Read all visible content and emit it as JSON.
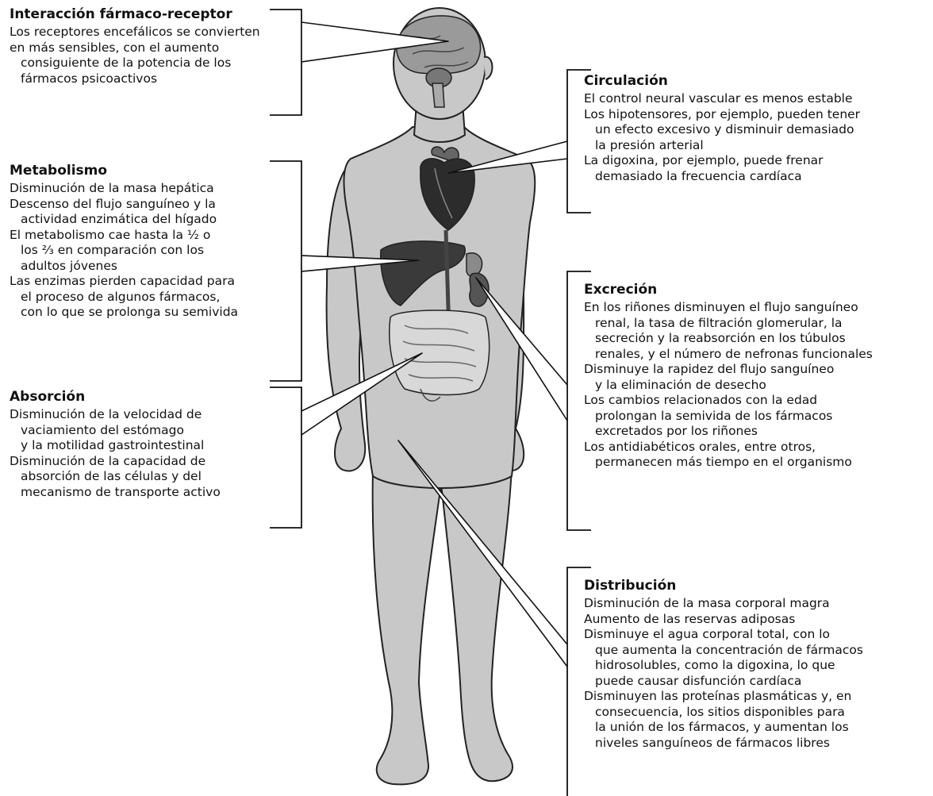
{
  "blocks": {
    "receptor": {
      "title": "Interacción fármaco-receptor",
      "lines": [
        "Los receptores encefálicos se convierten",
        "en más sensibles, con el aumento",
        "consiguiente de la potencia de los",
        "fármacos psicoactivos"
      ]
    },
    "metabolismo": {
      "title": "Metabolismo",
      "lines": [
        "Disminución de la masa hepática",
        "Descenso del flujo sanguíneo y la",
        "actividad enzimática del hígado",
        "El metabolismo cae hasta la ½ o",
        "los ⅔ en comparación con los",
        "adultos jóvenes",
        "Las enzimas pierden capacidad para",
        "el proceso de algunos fármacos,",
        "con lo que se prolonga su semivida"
      ]
    },
    "absorcion": {
      "title": "Absorción",
      "lines": [
        "Disminución de la velocidad de",
        "vaciamiento del estómago",
        "y la motilidad gastrointestinal",
        "Disminución de la capacidad de",
        "absorción de las células y del",
        "mecanismo de transporte activo"
      ]
    },
    "circulacion": {
      "title": "Circulación",
      "lines": [
        "El control neural vascular es menos estable",
        "Los hipotensores, por ejemplo, pueden tener",
        "un efecto excesivo y disminuir demasiado",
        "la presión arterial",
        "La digoxina, por ejemplo, puede frenar",
        "demasiado la frecuencia cardíaca"
      ]
    },
    "excrecion": {
      "title": "Excreción",
      "lines": [
        "En los riñones disminuyen el flujo sanguíneo",
        "renal, la tasa de filtración glomerular, la",
        "secreción y la reabsorción en los túbulos",
        "renales, y el número de nefronas funcionales",
        "Disminuye la rapidez del flujo sanguíneo",
        "y la eliminación de desecho",
        "Los cambios relacionados con la edad",
        "prolongan la semivida de los fármacos",
        "excretados por los riñones",
        "Los antidiabéticos orales, entre otros,",
        "permanecen más tiempo en el organismo"
      ]
    },
    "distribucion": {
      "title": "Distribución",
      "lines": [
        "Disminución de la masa corporal magra",
        "Aumento de las reservas adiposas",
        "Disminuye el agua corporal total, con lo",
        "que aumenta la concentración de fármacos",
        "hidrosolubles, como la digoxina, lo que",
        "puede causar disfunción cardíaca",
        "Disminuyen las proteínas plasmáticas y, en",
        "consecuencia, los sitios disponibles para",
        "la unión de los fármacos, y aumentan los",
        "niveles sanguíneos de fármacos libres"
      ]
    }
  },
  "colors": {
    "body": "#c8c8c8",
    "outline": "#222222",
    "organ_dark": "#333333",
    "organ_mid": "#6e6e6e",
    "callout": "#ffffff"
  }
}
